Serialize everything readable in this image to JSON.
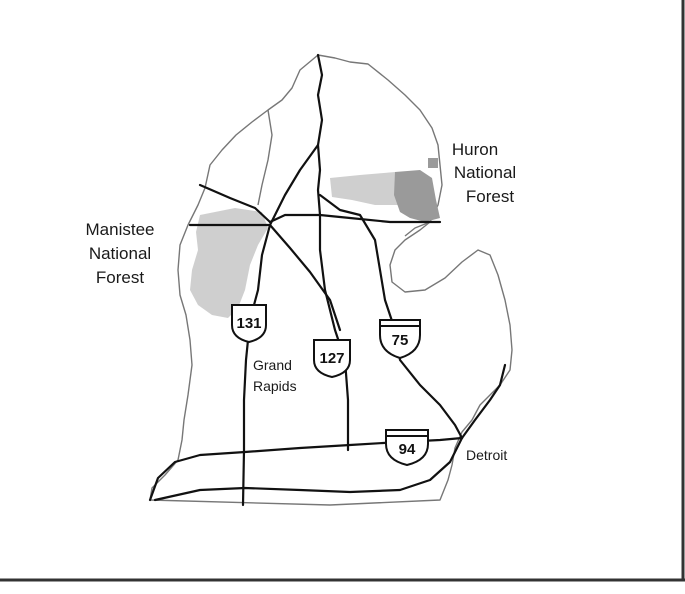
{
  "labels": {
    "huron": [
      "Huron",
      "National",
      "Forest"
    ],
    "manistee": [
      "Manistee",
      "National",
      "Forest"
    ],
    "grand_rapids": [
      "Grand",
      "Rapids"
    ],
    "detroit": "Detroit"
  },
  "shields": {
    "us131": "131",
    "us127": "127",
    "i75": "75",
    "i94": "94"
  },
  "colors": {
    "forest_light": "#cfcfcf",
    "forest_dark": "#9a9a9a",
    "road": "#111111",
    "coast": "#777777",
    "frame": "#333333"
  }
}
